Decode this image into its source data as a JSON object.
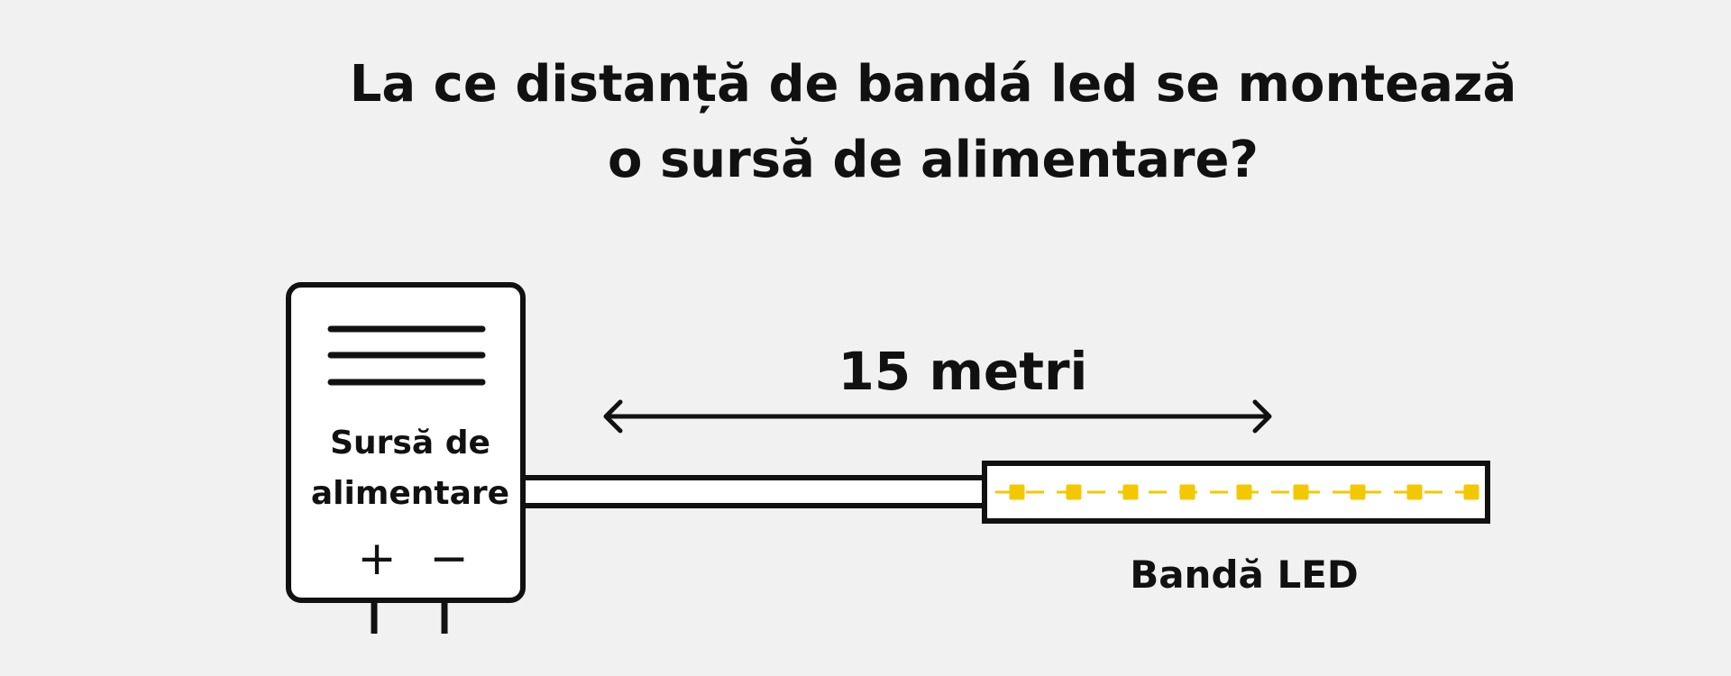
{
  "title": {
    "line1": "La ce distanță de bandá led se montează",
    "line2": "o sursă de alimentare?"
  },
  "power_supply": {
    "label_line1": "Sursă de",
    "label_line2": "alimentare",
    "plus": "+",
    "minus": "−"
  },
  "distance": {
    "label": "15 metri"
  },
  "led_strip": {
    "label": "Bandă LED",
    "led_count": 9,
    "led_color": "#f4c800"
  },
  "colors": {
    "background": "#f1f1f1",
    "stroke": "#111111"
  }
}
